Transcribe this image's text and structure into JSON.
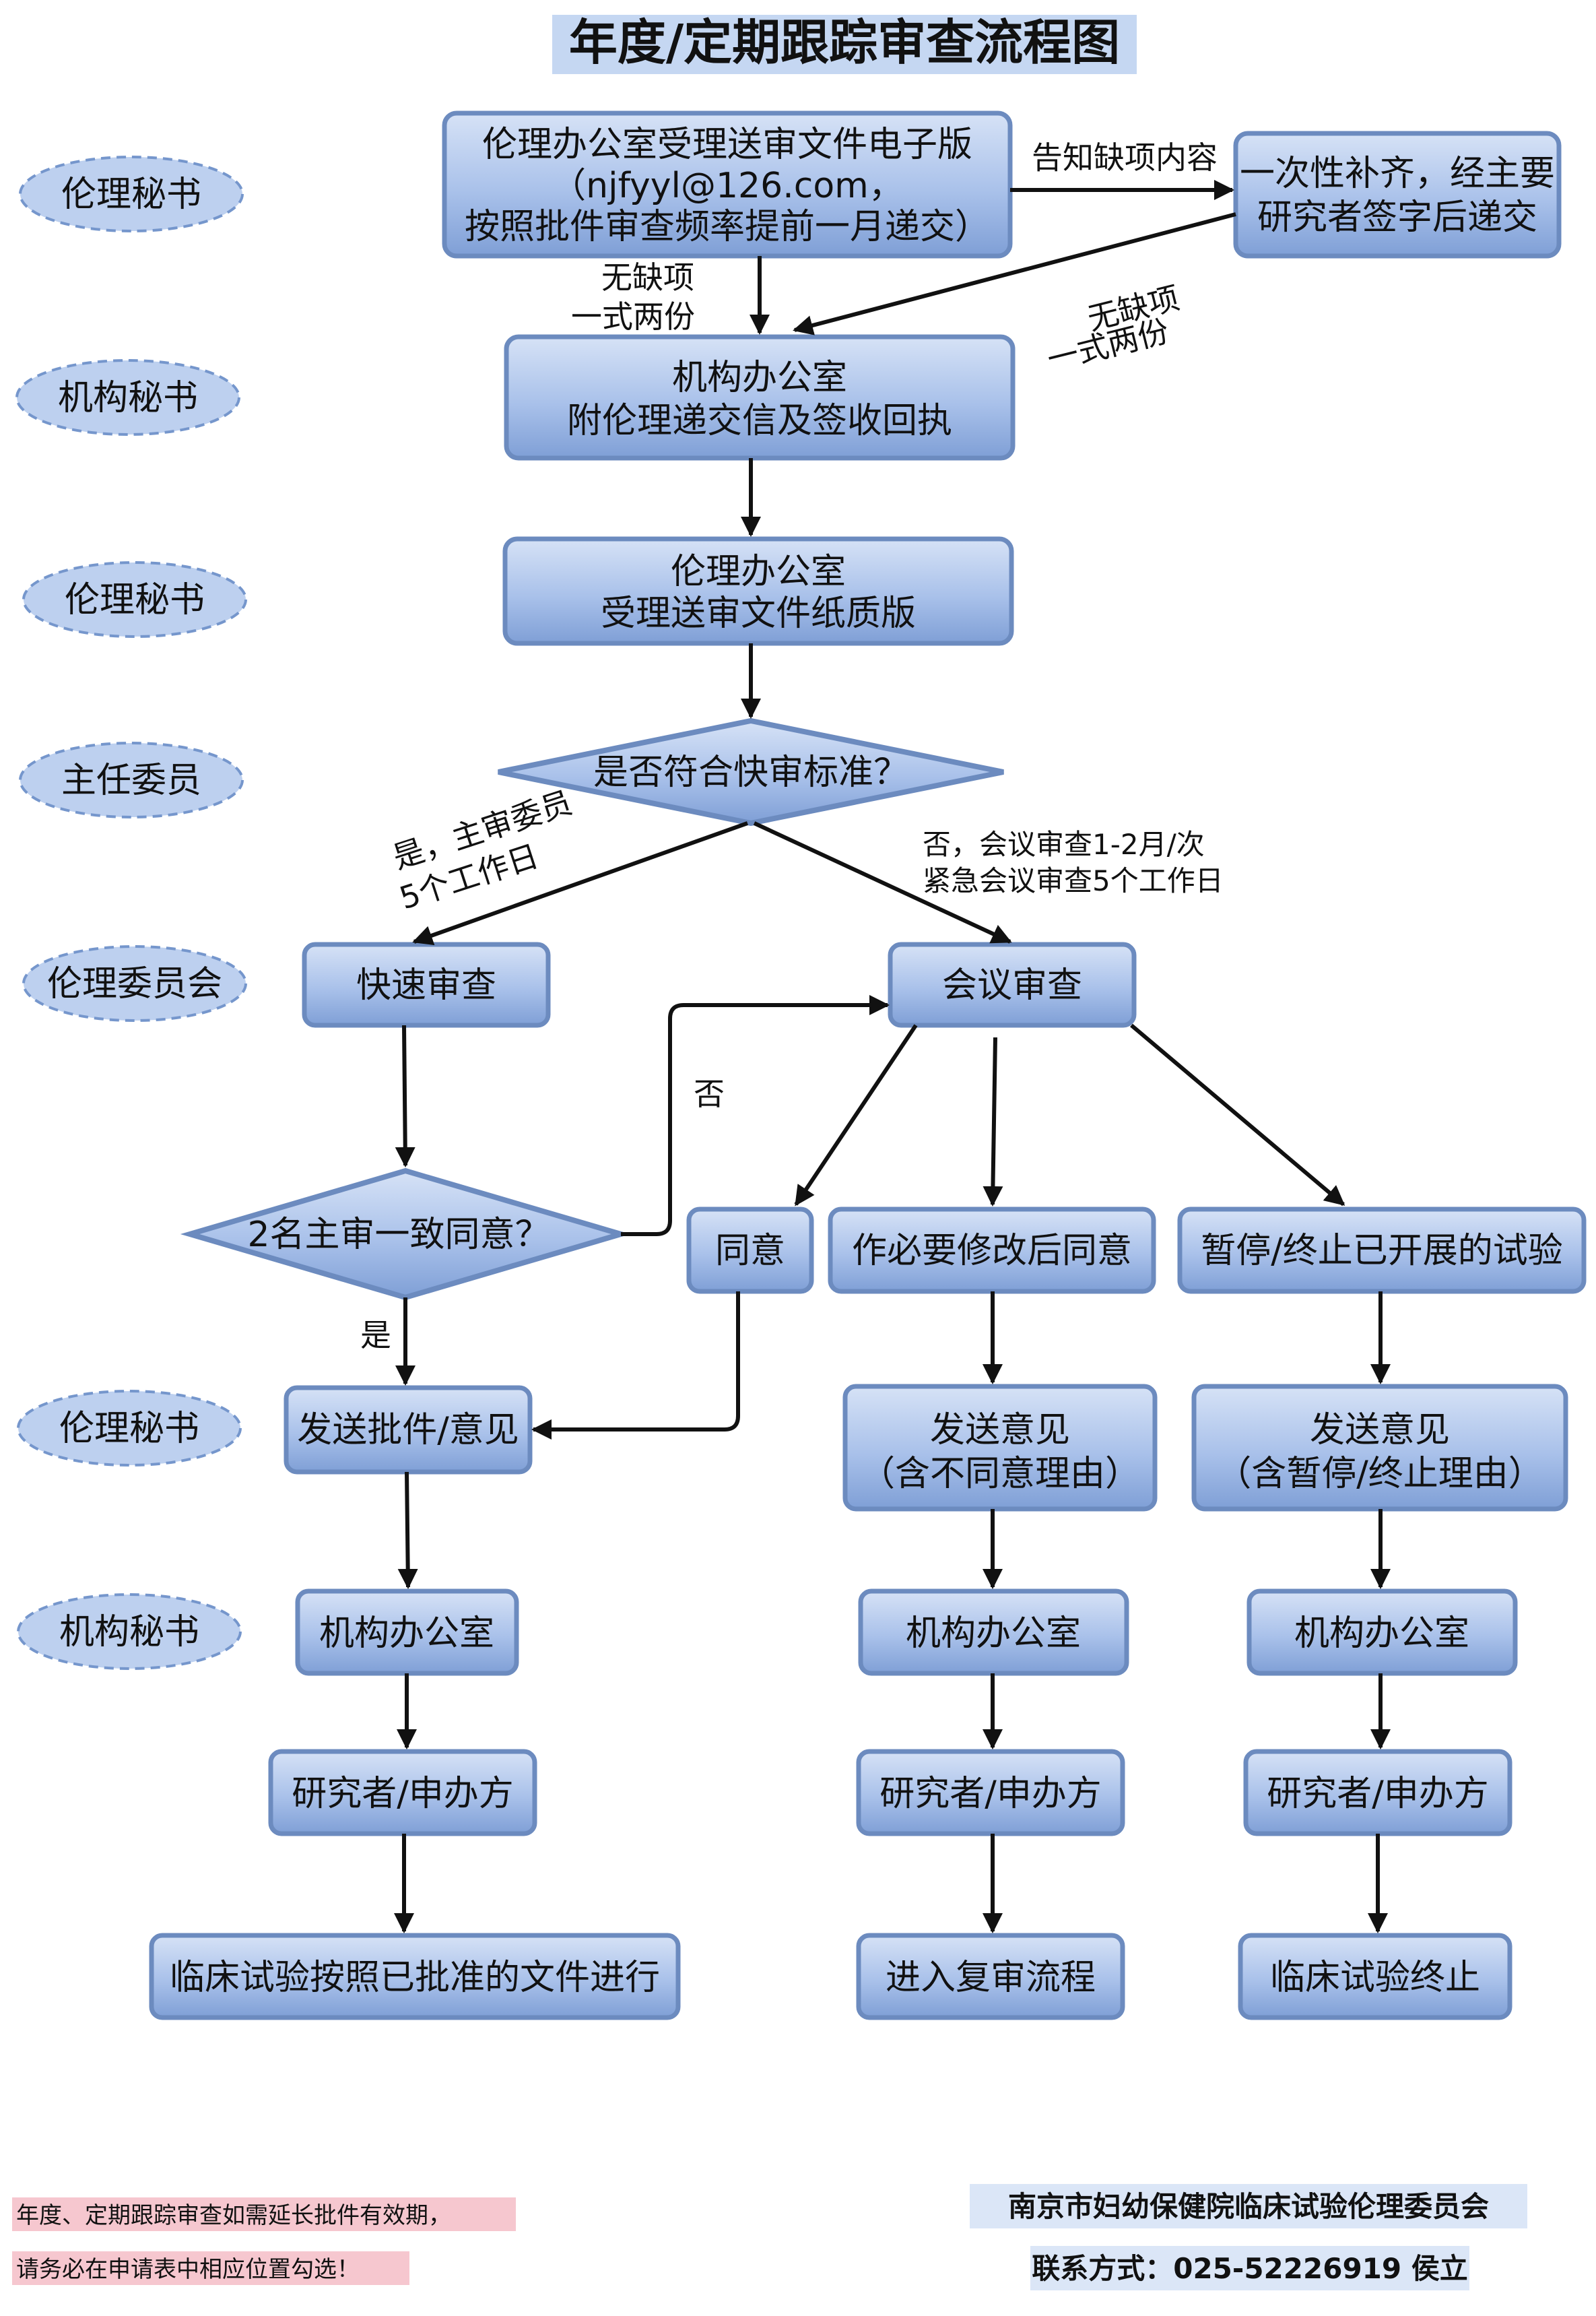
{
  "title": "年度/定期跟踪审查流程图",
  "roles": {
    "r1": "伦理秘书",
    "r2": "机构秘书",
    "r3": "伦理秘书",
    "r4": "主任委员",
    "r5": "伦理委员会",
    "r6": "伦理秘书",
    "r7": "机构秘书"
  },
  "nodes": {
    "n1": [
      "伦理办公室受理送审文件电子版",
      "（njfyyl@126.com，",
      "按照批件审查频率提前一月递交）"
    ],
    "n2": [
      "一次性补齐，经主要",
      "研究者签字后递交"
    ],
    "n3": [
      "机构办公室",
      "附伦理递交信及签收回执"
    ],
    "n4": [
      "伦理办公室",
      "受理送审文件纸质版"
    ],
    "d1": "是否符合快审标准？",
    "n5": "快速审查",
    "n6": "会议审查",
    "d2": "2名主审一致同意？",
    "n7": "同意",
    "n8": "作必要修改后同意",
    "n9": "暂停/终止已开展的试验",
    "n10": "发送批件/意见",
    "n11": [
      "发送意见",
      "（含不同意理由）"
    ],
    "n12": [
      "发送意见",
      "（含暂停/终止理由）"
    ],
    "n13": "机构办公室",
    "n14": "机构办公室",
    "n15": "机构办公室",
    "n16": "研究者/申办方",
    "n17": "研究者/申办方",
    "n18": "研究者/申办方",
    "n19": "临床试验按照已批准的文件进行",
    "n20": "进入复审流程",
    "n21": "临床试验终止"
  },
  "edge_labels": {
    "missing": "告知缺项内容",
    "ok_left": [
      "无缺项",
      "一式两份"
    ],
    "ok_right": [
      "无缺项",
      "一式两份"
    ],
    "yes_fast": [
      "是，主审委员",
      "5个工作日"
    ],
    "no_meeting": [
      "否，会议审查1-2月/次",
      "紧急会议审查5个工作日"
    ],
    "no": "否",
    "yes": "是"
  },
  "notes": [
    "年度、定期跟踪审查如需延长批件有效期，",
    "请务必在申请表中相应位置勾选！"
  ],
  "footer": {
    "org": "南京市妇幼保健院临床试验伦理委员会",
    "contact": "联系方式：025-52226919 侯立"
  },
  "colors": {
    "box_fill_top": "#cfdcf3",
    "box_fill_bottom": "#7f9fd6",
    "box_stroke": "#6c8bbf",
    "role_fill": "#bdd0ef",
    "title_bg": "#c5d7f2",
    "note_bg": "#f6c7cf"
  }
}
